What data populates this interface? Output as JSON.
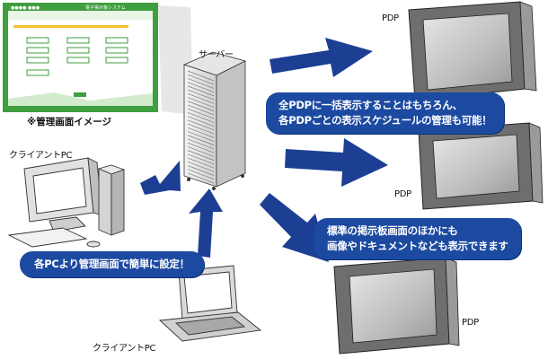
{
  "labels": {
    "server": "サーバー",
    "client_pc_top": "クライアントPC",
    "client_pc_bottom": "クライアントPC",
    "pdp_1": "PDP",
    "pdp_2": "PDP",
    "pdp_3": "PDP",
    "screen_caption": "※管理画面イメージ"
  },
  "bubbles": {
    "schedule": {
      "line1": "全PDPに一括表示することはもちろん、",
      "line2": "各PDPごとの表示スケジュールの管理も可能！"
    },
    "content": {
      "line1": "標準の掲示板画面のほかにも",
      "line2": "画像やドキュメントなども表示できます"
    },
    "setup": {
      "line1": "各PCより管理画面で簡単に設定！"
    }
  },
  "admin_screen": {
    "header_title": "電子掲示板システム"
  },
  "colors": {
    "arrow": "#1c3f94",
    "bubble": "#1c4aa1",
    "screen_green": "#3f9e3f"
  },
  "icons": [
    "server-rack",
    "desktop-pc",
    "laptop-pc",
    "plasma-display",
    "admin-screen-thumbnail"
  ]
}
